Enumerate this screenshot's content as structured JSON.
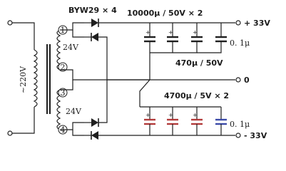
{
  "labels": {
    "diode_spec": "BYW29 × 4",
    "cap_top_big": "10000μ / 50V × 2",
    "cap_top_small": "0. 1μ",
    "cap_top_mid": "470μ / 50V",
    "cap_bottom": "4700μ / 5V × 2",
    "cap_bottom_small": "0. 1μ",
    "out_pos": "+ 33V",
    "out_gnd": "0",
    "out_neg": "- 33V",
    "mains": "~220V",
    "winding_upper": "24V",
    "winding_lower": "24V",
    "pin1": "1",
    "pin2": "2",
    "pin3": "3",
    "pin4": "4"
  },
  "colors": {
    "line": "#1f1f1f",
    "neg_cap_tint": "#b23a3a",
    "small_cap_tint": "#3b4aa8"
  }
}
